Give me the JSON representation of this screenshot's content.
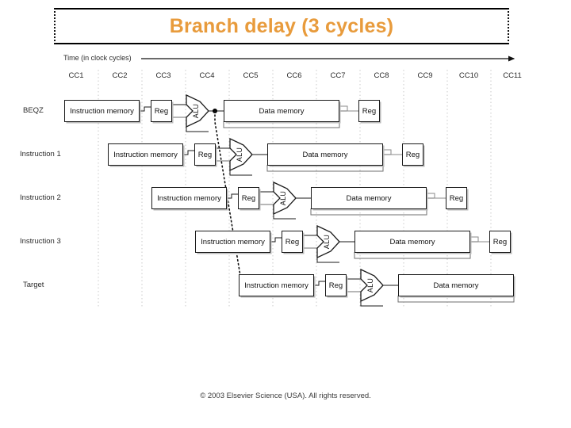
{
  "slide": {
    "title": "Branch delay (3 cycles)",
    "title_color": "#e89b3c",
    "copyright": "© 2003 Elsevier Science (USA). All rights reserved."
  },
  "axis": {
    "label": "Time (in clock cycles)",
    "ticks": [
      "CC1",
      "CC2",
      "CC3",
      "CC4",
      "CC5",
      "CC6",
      "CC7",
      "CC8",
      "CC9",
      "CC10",
      "CC11"
    ]
  },
  "stages": {
    "instruction_memory": "Instruction memory",
    "reg": "Reg",
    "alu": "ALU",
    "data_memory": "Data memory"
  },
  "rows": [
    {
      "label": "BEQZ",
      "start_cc": 1,
      "stages": [
        "Instruction memory",
        "Reg",
        "ALU",
        "Data memory",
        "Reg"
      ]
    },
    {
      "label": "Instruction 1",
      "start_cc": 2,
      "stages": [
        "Instruction memory",
        "Reg",
        "ALU",
        "Data memory",
        "Reg"
      ]
    },
    {
      "label": "Instruction 2",
      "start_cc": 3,
      "stages": [
        "Instruction memory",
        "Reg",
        "ALU",
        "Data memory",
        "Reg"
      ]
    },
    {
      "label": "Instruction 3",
      "start_cc": 4,
      "stages": [
        "Instruction memory",
        "Reg",
        "ALU",
        "Data memory",
        "Reg"
      ]
    },
    {
      "label": "Target",
      "start_cc": 5,
      "stages": [
        "Instruction memory",
        "Reg",
        "ALU",
        "Data memory"
      ]
    }
  ],
  "chart_data": {
    "type": "table",
    "title": "Branch delay (3 cycles)",
    "xlabel": "Time (in clock cycles)",
    "ylabel": "",
    "categories": [
      "CC1",
      "CC2",
      "CC3",
      "CC4",
      "CC5",
      "CC6",
      "CC7",
      "CC8",
      "CC9",
      "CC10",
      "CC11"
    ],
    "series": [
      {
        "name": "BEQZ",
        "values": [
          "Instruction memory",
          "Reg",
          "ALU",
          "Data memory",
          "Reg"
        ],
        "start_cycle": 1
      },
      {
        "name": "Instruction 1",
        "values": [
          "Instruction memory",
          "Reg",
          "ALU",
          "Data memory",
          "Reg"
        ],
        "start_cycle": 2
      },
      {
        "name": "Instruction 2",
        "values": [
          "Instruction memory",
          "Reg",
          "ALU",
          "Data memory",
          "Reg"
        ],
        "start_cycle": 3
      },
      {
        "name": "Instruction 3",
        "values": [
          "Instruction memory",
          "Reg",
          "ALU",
          "Data memory",
          "Reg"
        ],
        "start_cycle": 4
      },
      {
        "name": "Target",
        "values": [
          "Instruction memory",
          "Reg",
          "ALU",
          "Data memory"
        ],
        "start_cycle": 5
      }
    ],
    "annotations": [
      "Branch resolution path shown as dotted line from BEQZ ALU output to Target instruction fetch"
    ],
    "grid": true,
    "legend": "none"
  }
}
